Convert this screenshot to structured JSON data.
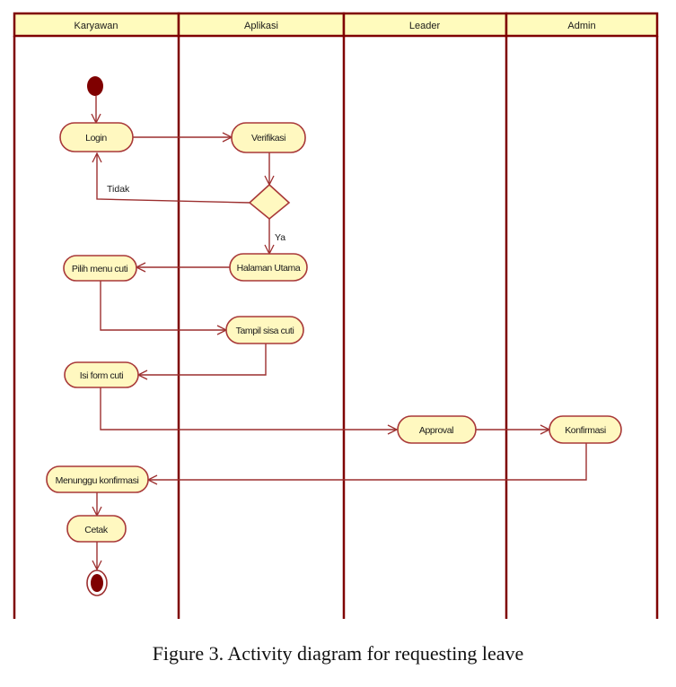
{
  "colors": {
    "border": "#7f0000",
    "header_fill": "#fffbbd",
    "node_fill": "#fff8c0",
    "edge": "#9c2f2f",
    "initial": "#7f0000"
  },
  "lanes": [
    {
      "id": "karyawan",
      "label": "Karyawan"
    },
    {
      "id": "aplikasi",
      "label": "Aplikasi"
    },
    {
      "id": "leader",
      "label": "Leader"
    },
    {
      "id": "admin",
      "label": "Admin"
    }
  ],
  "nodes": [
    {
      "id": "start",
      "type": "initial",
      "lane": "karyawan"
    },
    {
      "id": "login",
      "type": "action",
      "lane": "karyawan",
      "label": "Login"
    },
    {
      "id": "verifikasi",
      "type": "action",
      "lane": "aplikasi",
      "label": "Verifikasi"
    },
    {
      "id": "decision",
      "type": "decision",
      "lane": "aplikasi"
    },
    {
      "id": "halaman_utama",
      "type": "action",
      "lane": "aplikasi",
      "label": "Halaman Utama"
    },
    {
      "id": "pilih_menu_cuti",
      "type": "action",
      "lane": "karyawan",
      "label": "Pilih menu cuti"
    },
    {
      "id": "tampil_sisa_cuti",
      "type": "action",
      "lane": "aplikasi",
      "label": "Tampil sisa cuti"
    },
    {
      "id": "isi_form_cuti",
      "type": "action",
      "lane": "karyawan",
      "label": "Isi form cuti"
    },
    {
      "id": "approval",
      "type": "action",
      "lane": "leader",
      "label": "Approval"
    },
    {
      "id": "konfirmasi",
      "type": "action",
      "lane": "admin",
      "label": "Konfirmasi"
    },
    {
      "id": "menunggu_konfirmasi",
      "type": "action",
      "lane": "karyawan",
      "label": "Menunggu konfirmasi"
    },
    {
      "id": "cetak",
      "type": "action",
      "lane": "karyawan",
      "label": "Cetak"
    },
    {
      "id": "end",
      "type": "final",
      "lane": "karyawan"
    }
  ],
  "edges": [
    {
      "from": "start",
      "to": "login"
    },
    {
      "from": "login",
      "to": "verifikasi"
    },
    {
      "from": "verifikasi",
      "to": "decision"
    },
    {
      "from": "decision",
      "to": "login",
      "guard": "Tidak"
    },
    {
      "from": "decision",
      "to": "halaman_utama",
      "guard": "Ya"
    },
    {
      "from": "halaman_utama",
      "to": "pilih_menu_cuti"
    },
    {
      "from": "pilih_menu_cuti",
      "to": "tampil_sisa_cuti"
    },
    {
      "from": "tampil_sisa_cuti",
      "to": "isi_form_cuti"
    },
    {
      "from": "isi_form_cuti",
      "to": "approval"
    },
    {
      "from": "approval",
      "to": "konfirmasi"
    },
    {
      "from": "konfirmasi",
      "to": "menunggu_konfirmasi"
    },
    {
      "from": "menunggu_konfirmasi",
      "to": "cetak"
    },
    {
      "from": "cetak",
      "to": "end"
    }
  ],
  "caption": "Figure 3. Activity diagram for requesting leave"
}
